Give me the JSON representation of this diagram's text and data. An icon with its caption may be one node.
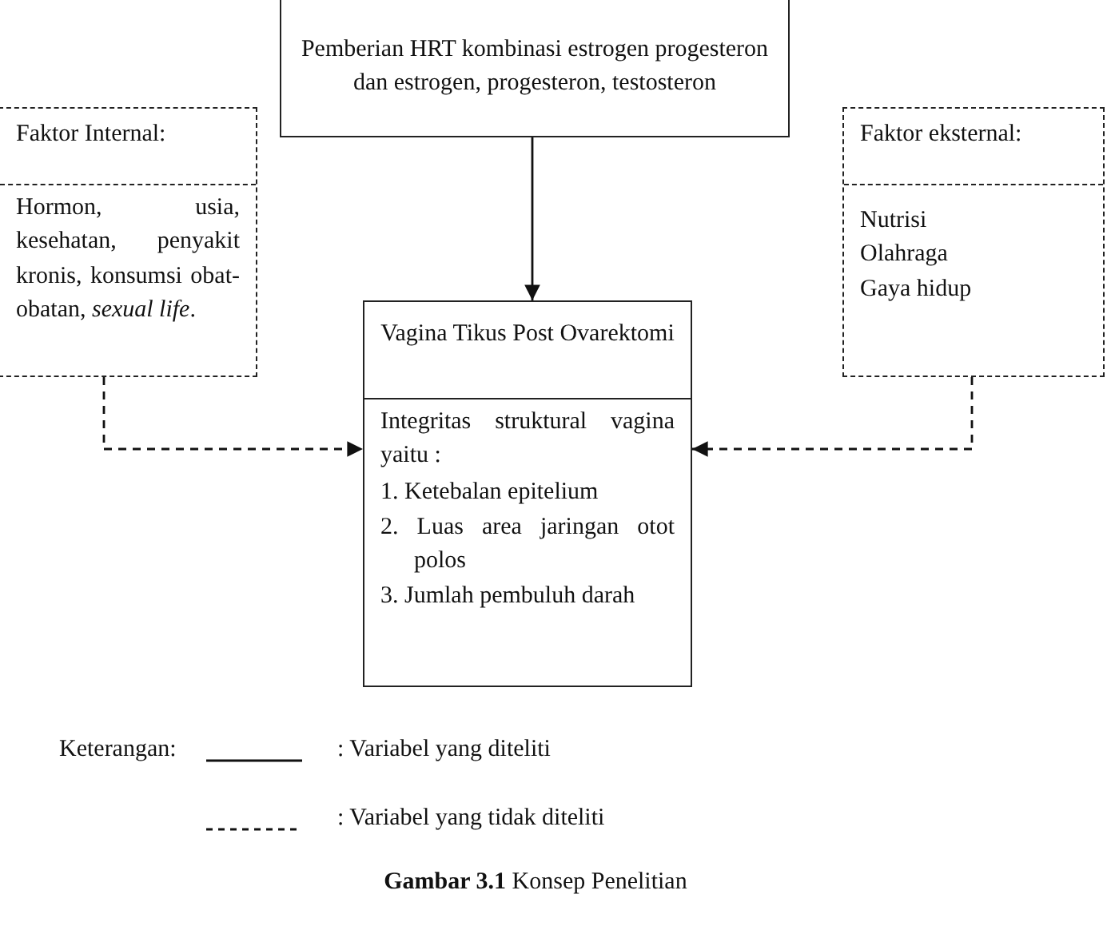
{
  "diagram": {
    "caption": "**Gambar 3.1** Konsep Penelitian",
    "nodes": [
      {
        "text": [
          "Pemberian HRT kombinasi estrogen progesteron dan estrogen, progesteron, testosteron"
        ]
      },
      {
        "text": [
          "Faktor Internal:",
          "Hormon, usia, kesehatan, penyakit kronis, konsumsi obat-obatan, *sexual life*."
        ]
      },
      {
        "text": [
          "Faktor eksternal:",
          "Nutrisi Olahraga Gaya hidup"
        ]
      },
      {
        "text": [
          "Vagina Tikus Post Ovarektomi",
          "Integritas struktural vagina yaitu :",
          "1. Ketebalan epitelium",
          "2. Luas area jaringan otot polos",
          "3. Jumlah pembuluh darah"
        ]
      }
    ],
    "edges": [
      {
        "from": 0,
        "to": 3,
        "arrow": "to"
      },
      {
        "from": 1,
        "to": 3,
        "arrow": "to",
        "style": "dashed"
      },
      {
        "from": 2,
        "to": 3,
        "arrow": "to",
        "style": "dashed"
      }
    ],
    "labels": [
      "Keterangan:"
    ],
    "legend": [
      {
        "text": ": Variabel yang diteliti"
      },
      {
        "text": ": Variabel yang tidak diteliti"
      }
    ]
  }
}
